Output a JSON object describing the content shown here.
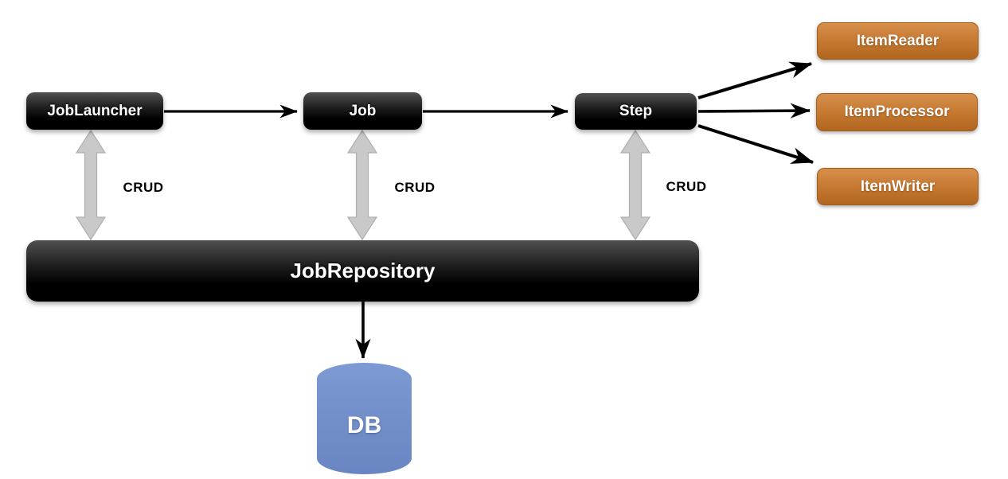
{
  "diagram": {
    "nodes": {
      "job_launcher": {
        "label": "JobLauncher",
        "shape": "rounded-rect",
        "color": "#000000"
      },
      "job": {
        "label": "Job",
        "shape": "rounded-rect",
        "color": "#000000"
      },
      "step": {
        "label": "Step",
        "shape": "rounded-rect",
        "color": "#000000"
      },
      "item_reader": {
        "label": "ItemReader",
        "shape": "rounded-rect",
        "color": "#c4772f"
      },
      "item_processor": {
        "label": "ItemProcessor",
        "shape": "rounded-rect",
        "color": "#c4772f"
      },
      "item_writer": {
        "label": "ItemWriter",
        "shape": "rounded-rect",
        "color": "#c4772f"
      },
      "job_repository": {
        "label": "JobRepository",
        "shape": "rounded-rect",
        "color": "#000000"
      },
      "db": {
        "label": "DB",
        "shape": "cylinder",
        "color": "#7390cb"
      }
    },
    "crud_labels": [
      "CRUD",
      "CRUD",
      "CRUD"
    ],
    "edges": [
      {
        "from": "JobLauncher",
        "to": "Job",
        "style": "arrow",
        "label": ""
      },
      {
        "from": "Job",
        "to": "Step",
        "style": "arrow",
        "label": ""
      },
      {
        "from": "Step",
        "to": "ItemReader",
        "style": "arrow",
        "label": ""
      },
      {
        "from": "Step",
        "to": "ItemProcessor",
        "style": "arrow",
        "label": ""
      },
      {
        "from": "Step",
        "to": "ItemWriter",
        "style": "arrow",
        "label": ""
      },
      {
        "from": "JobLauncher",
        "to": "JobRepository",
        "style": "double-arrow",
        "label": "CRUD"
      },
      {
        "from": "Job",
        "to": "JobRepository",
        "style": "double-arrow",
        "label": "CRUD"
      },
      {
        "from": "Step",
        "to": "JobRepository",
        "style": "double-arrow",
        "label": "CRUD"
      },
      {
        "from": "JobRepository",
        "to": "DB",
        "style": "arrow",
        "label": ""
      }
    ],
    "colors": {
      "background": "#ffffff",
      "black_node": "#000000",
      "orange_node": "#c4772f",
      "db_blue": "#7390cb",
      "edge_black": "#000000",
      "crud_arrow_fill": "#c9c9c9",
      "crud_arrow_border": "#aeaeae",
      "node_label_text": "#ffffff",
      "crud_label_text": "#000000"
    }
  }
}
